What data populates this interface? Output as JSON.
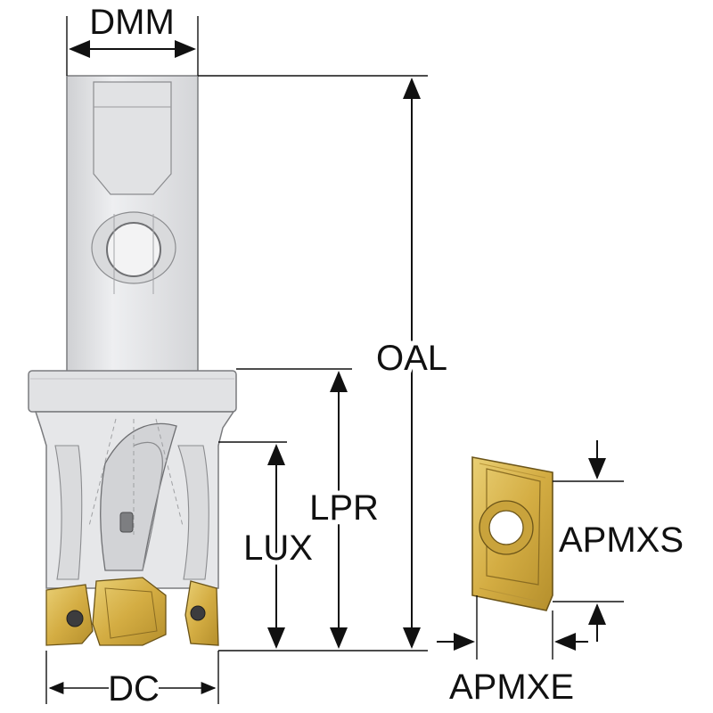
{
  "labels": {
    "dmm": "DMM",
    "oal": "OAL",
    "lpr": "LPR",
    "lux": "LUX",
    "dc": "DC",
    "apmxs": "APMXS",
    "apmxe": "APMXE"
  },
  "colors": {
    "tool_body": "#e3e4e6",
    "tool_shade": "#c9cacd",
    "outline": "#7a7b7e",
    "insert_gold": "#d6b24a",
    "insert_dark": "#a9852a",
    "dimension_line": "#111111"
  }
}
